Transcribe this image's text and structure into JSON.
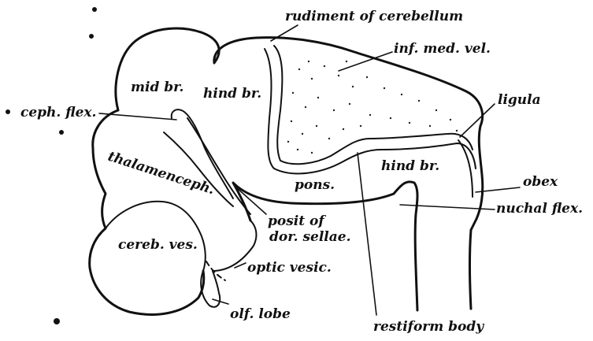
{
  "labels": {
    "rudiment_of_cerebellum": "rudiment of cerebellum",
    "inf_med_vel": "inf. med. vel.",
    "ligula": "ligula",
    "ceph_flex": "ceph. flex.",
    "mid_br": "mid br.",
    "hind_br_upper": "hind br.",
    "thalamenceph": "thalamenceph.",
    "hind_br_lower": "hind br.",
    "obex": "obex",
    "pons": "pons.",
    "nuchal_flex": "nuchal flex.",
    "posit_of": "posit of",
    "dor_sellae": "dor. sellae.",
    "cereb_ves": "cereb. ves.",
    "optic_vesic": "optic vesic.",
    "olf_lobe": "olf. lobe",
    "restiform_body": "restiform body"
  }
}
